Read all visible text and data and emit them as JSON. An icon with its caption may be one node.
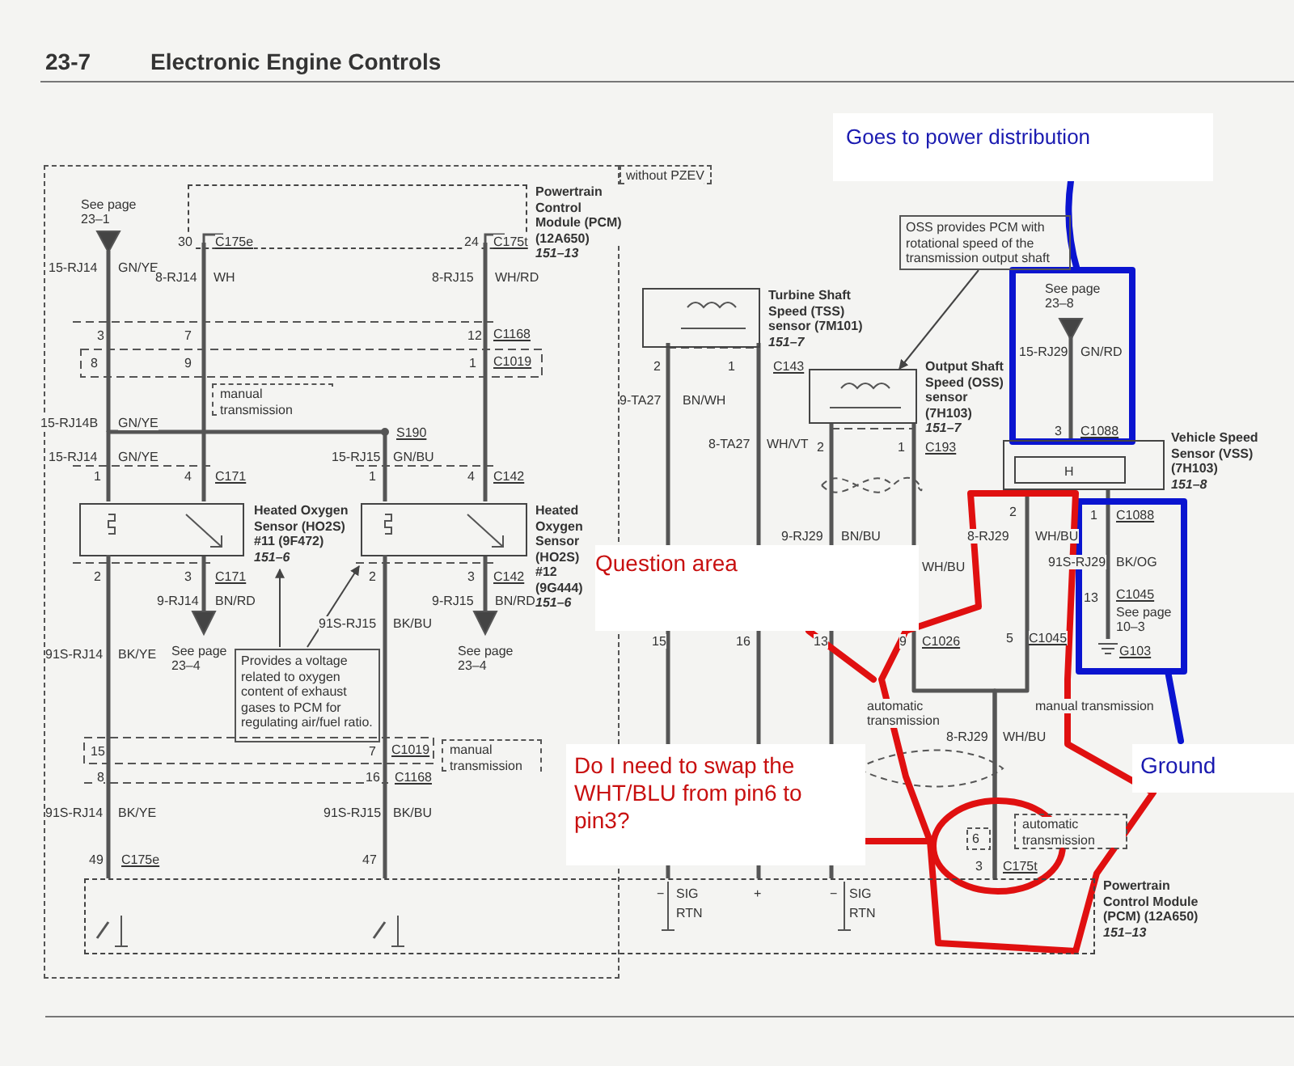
{
  "diagram": {
    "title": "Electronic Engine Controls",
    "nodes": [
      {
        "text": [],
        "shape": "box"
      },
      {
        "text": [
          "Powertrain Control Module (PCM) (12A650)",
          "151–13"
        ],
        "in": 0
      },
      {
        "text": [
          "without PZEV"
        ]
      },
      {
        "text": [
          "manual transmission"
        ],
        "in": 0
      },
      {
        "text": [
          "Heated Oxygen Sensor (HO2S) #11 (9F472)",
          "151–6"
        ],
        "in": 0
      },
      {
        "text": [
          "Heated Oxygen Sensor (HO2S) #12 (9G444)",
          "151–6"
        ],
        "in": 0
      },
      {
        "text": [
          "Provides a voltage related to oxygen content of exhaust gases to PCM for regulating air/fuel ratio."
        ],
        "in": 0
      },
      {
        "text": [
          "manual transmission"
        ],
        "in": 0
      },
      {
        "text": [
          "Turbine Shaft Speed (TSS) sensor (7M101)",
          "151–7"
        ]
      },
      {
        "text": [
          "OSS provides PCM with rotational speed of the transmission output shaft"
        ]
      },
      {
        "text": [
          "Output Shaft Speed (OSS) sensor (7H103)",
          "151–7"
        ]
      },
      {
        "text": [
          "Vehicle Speed Sensor (VSS) (7H103)",
          "151–8"
        ]
      },
      {
        "text": [
          "H"
        ],
        "in": 11
      },
      {
        "text": [
          "automatic transmission"
        ]
      },
      {
        "text": [
          "Powertrain Control Module (PCM) (12A650)",
          "151–13"
        ]
      }
    ],
    "edges": [
      {
        "from": 6,
        "to": 4,
        "arrow": "to"
      },
      {
        "from": 6,
        "to": 5,
        "arrow": "to"
      },
      {
        "from": 9,
        "to": 10,
        "arrow": "to"
      },
      {
        "from": 1,
        "to": 4,
        "arrow": "none"
      },
      {
        "from": 1,
        "to": 5,
        "arrow": "none"
      },
      {
        "from": 4,
        "to": 5,
        "arrow": "none"
      },
      {
        "from": 4,
        "to": 14,
        "arrow": "none"
      },
      {
        "from": 5,
        "to": 14,
        "arrow": "none"
      },
      {
        "from": 8,
        "to": 14,
        "arrow": "none"
      },
      {
        "from": 8,
        "to": 14,
        "arrow": "none"
      },
      {
        "from": 10,
        "to": 14,
        "arrow": "none"
      },
      {
        "from": 10,
        "to": 14,
        "arrow": "none"
      },
      {
        "from": 11,
        "to": 14,
        "arrow": "none"
      }
    ],
    "labels": [
      "23-7",
      "See page 23–1",
      "15-RJ14",
      "GN/YE",
      "30",
      "C175e",
      "8-RJ14",
      "WH",
      "24",
      "C175t",
      "8-RJ15",
      "WH/RD",
      "3",
      "7",
      "12",
      "C1168",
      "8",
      "9",
      "1",
      "C1019",
      "15-RJ14B",
      "GN/YE",
      "S190",
      "15-RJ14",
      "GN/YE",
      "15-RJ15",
      "GN/BU",
      "1",
      "4",
      "C171",
      "1",
      "4",
      "C142",
      "2",
      "3",
      "C171",
      "2",
      "3",
      "C142",
      "9-RJ14",
      "BN/RD",
      "9-RJ15",
      "BN/RD",
      "91S-RJ15",
      "BK/BU",
      "91S-RJ14",
      "BK/YE",
      "See page 23–4",
      "See page 23–4",
      "15",
      "7",
      "C1019",
      "8",
      "16",
      "C1168",
      "91S-RJ14",
      "BK/YE",
      "91S-RJ15",
      "BK/BU",
      "49",
      "C175e",
      "47",
      "2",
      "1",
      "C143",
      "9-TA27",
      "BN/WH",
      "8-TA27",
      "WH/VT",
      "2",
      "1",
      "C193",
      "9-RJ29",
      "BN/BU",
      "WH/BU",
      "15",
      "16",
      "13",
      "9",
      "C1026",
      "See page 23–8",
      "15-RJ29",
      "GN/RD",
      "3",
      "C1088",
      "2",
      "1",
      "C1088",
      "8-RJ29",
      "WH/BU",
      "91S-RJ29",
      "BK/OG",
      "13",
      "C1045",
      "See page 10–3",
      "G103",
      "5",
      "C1045",
      "automatic transmission",
      "manual transmission",
      "8-RJ29",
      "WH/BU",
      "6",
      "3",
      "C175t",
      "−",
      "SIG",
      "RTN",
      "+",
      "−",
      "SIG",
      "RTN",
      "Goes to power distribution",
      "Question area",
      "Do I need to swap the WHT/BLU from pin6 to pin3?",
      "Ground"
    ]
  }
}
